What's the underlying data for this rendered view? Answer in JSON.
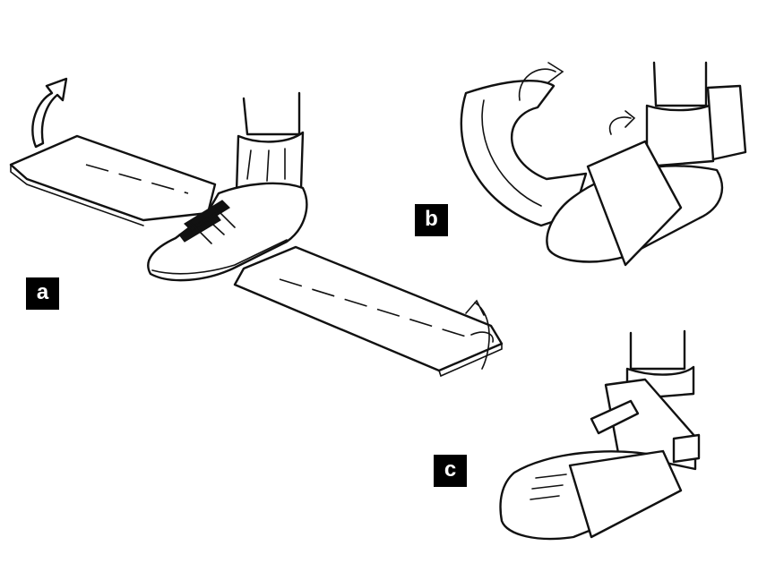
{
  "panels": [
    {
      "id": "a",
      "label": "a"
    },
    {
      "id": "b",
      "label": "b"
    },
    {
      "id": "c",
      "label": "c"
    }
  ],
  "colors": {
    "ink": "#111111",
    "label_background": "#000000",
    "label_text": "#ffffff",
    "background": "#ffffff"
  },
  "icons": [
    "curved-arrow-icon",
    "twist-arrow-icon"
  ]
}
